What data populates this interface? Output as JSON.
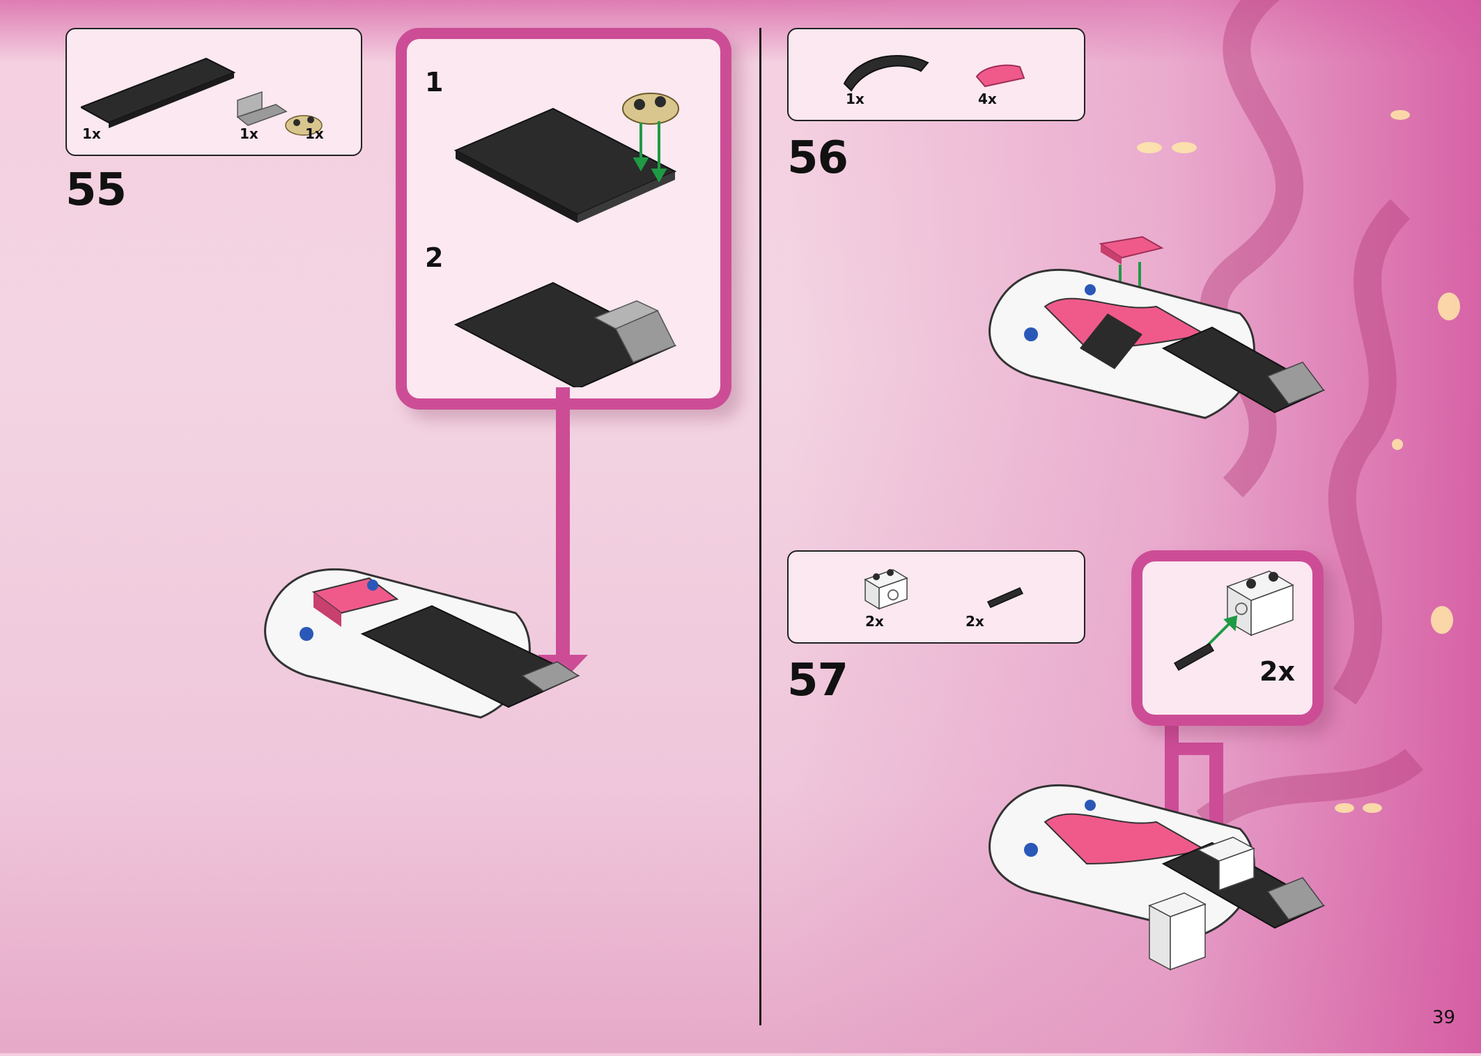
{
  "page_number": "39",
  "colors": {
    "accent": "#cc4d96",
    "arrow_green": "#1f9a45",
    "black_brick": "#2b2b2b",
    "pink_brick": "#ef5a8a",
    "tan_brick": "#d9c68e",
    "grey_brick": "#9a9a9a"
  },
  "step55": {
    "number": "55",
    "parts": [
      {
        "qty": "1x",
        "icon": "black-plate-2x8-icon"
      },
      {
        "qty": "1x",
        "icon": "grey-bracket-icon"
      },
      {
        "qty": "1x",
        "icon": "tan-plate-1x2-rounded-icon"
      }
    ],
    "substeps": [
      {
        "number": "1"
      },
      {
        "number": "2"
      }
    ]
  },
  "step56": {
    "number": "56",
    "parts": [
      {
        "qty": "1x",
        "icon": "black-curved-slope-icon"
      },
      {
        "qty": "4x",
        "icon": "pink-curved-slope-icon"
      }
    ]
  },
  "step57": {
    "number": "57",
    "parts": [
      {
        "qty": "2x",
        "icon": "white-technic-brick-icon"
      },
      {
        "qty": "2x",
        "icon": "black-technic-pin-icon"
      }
    ],
    "callout_qty": "2x"
  }
}
